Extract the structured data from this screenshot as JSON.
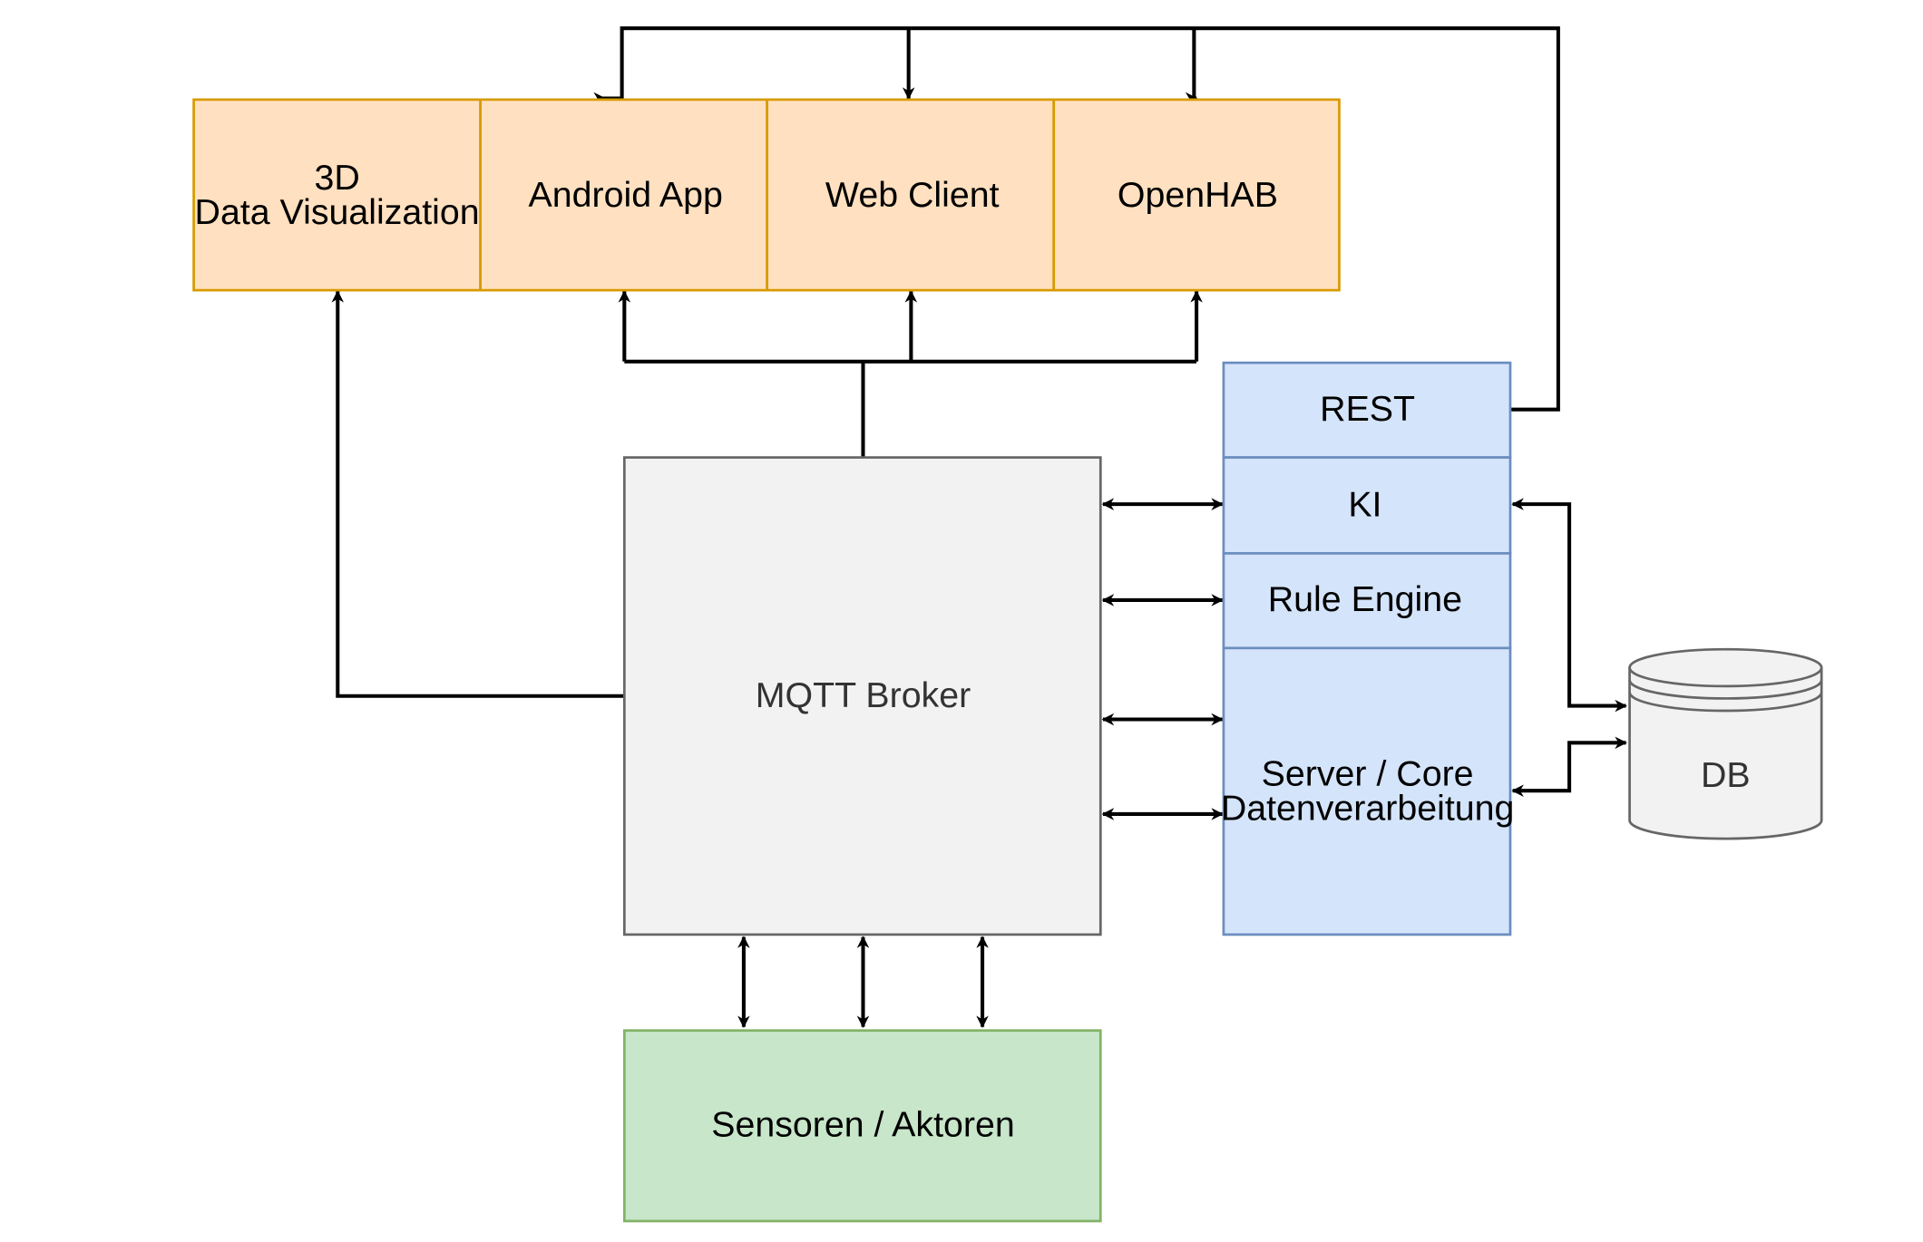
{
  "colors": {
    "client_fill": "#FFE0C0",
    "client_stroke": "#D79B00",
    "server_fill": "#D4E4FA",
    "server_stroke": "#6C8EBF",
    "broker_fill": "#F2F2F2",
    "broker_stroke": "#666666",
    "sensor_fill": "#C8E6CA",
    "sensor_stroke": "#82B366",
    "db_fill": "#F2F2F2",
    "db_stroke": "#666666",
    "edge": "#000000"
  },
  "clients": {
    "viz_line1": "3D",
    "viz_line2": "Data Visualization",
    "android": "Android App",
    "web": "Web Client",
    "openhab": "OpenHAB"
  },
  "server_stack": {
    "rest": "REST",
    "ki": "KI",
    "rule_engine": "Rule Engine",
    "core_line1": "Server / Core",
    "core_line2": "Datenverarbeitung"
  },
  "broker": {
    "label": "MQTT Broker"
  },
  "sensors": {
    "label": "Sensoren / Aktoren"
  },
  "database": {
    "label": "DB"
  }
}
